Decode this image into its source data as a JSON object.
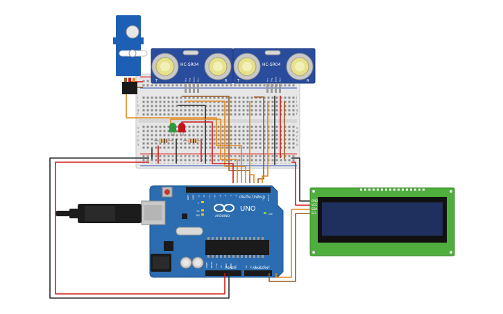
{
  "sensors": [
    {
      "model": "HC-SR04",
      "pin_labels": [
        "Vcc",
        "Trig",
        "Echo",
        "Gnd"
      ],
      "side_left": "T",
      "side_right": "R"
    },
    {
      "model": "HC-SR04",
      "pin_labels": [
        "Vcc",
        "Trig",
        "Echo",
        "Gnd"
      ],
      "side_left": "T",
      "side_right": "R"
    }
  ],
  "breadboard": {
    "row_letters_top": [
      "j",
      "i",
      "h",
      "g",
      "f"
    ],
    "row_letters_bottom": [
      "e",
      "d",
      "c",
      "b",
      "a"
    ]
  },
  "arduino": {
    "brand": "ARDUINO",
    "model": "UNO",
    "digital_label": "DIGITAL (PWM~)",
    "power_label": "POWER",
    "analog_label": "ANALOG IN",
    "power_pins": [
      "IOREF",
      "RESET",
      "3.3V",
      "5V",
      "GND",
      "GND",
      "Vin"
    ],
    "analog_pins": [
      "A0",
      "A1",
      "A2",
      "A3",
      "A4",
      "A5"
    ],
    "digital_pins": [
      "AREF",
      "GND",
      "13",
      "12",
      "~11",
      "~10",
      "~9",
      "8",
      "7",
      "~6",
      "~5",
      "4",
      "~3",
      "2",
      "TX→1",
      "RX←0"
    ],
    "led_labels": [
      "L",
      "TX",
      "RX",
      "ON"
    ]
  },
  "lcd": {
    "pins": [
      "GND",
      "VCC",
      "SDA",
      "SCL"
    ]
  },
  "leds": [
    {
      "color": "#2e9a3a"
    },
    {
      "color": "#c2141a"
    }
  ],
  "wire_colors": {
    "red": "#d01818",
    "black": "#2a2a2a",
    "orange": "#e0871e",
    "brown": "#9a5a1e"
  }
}
